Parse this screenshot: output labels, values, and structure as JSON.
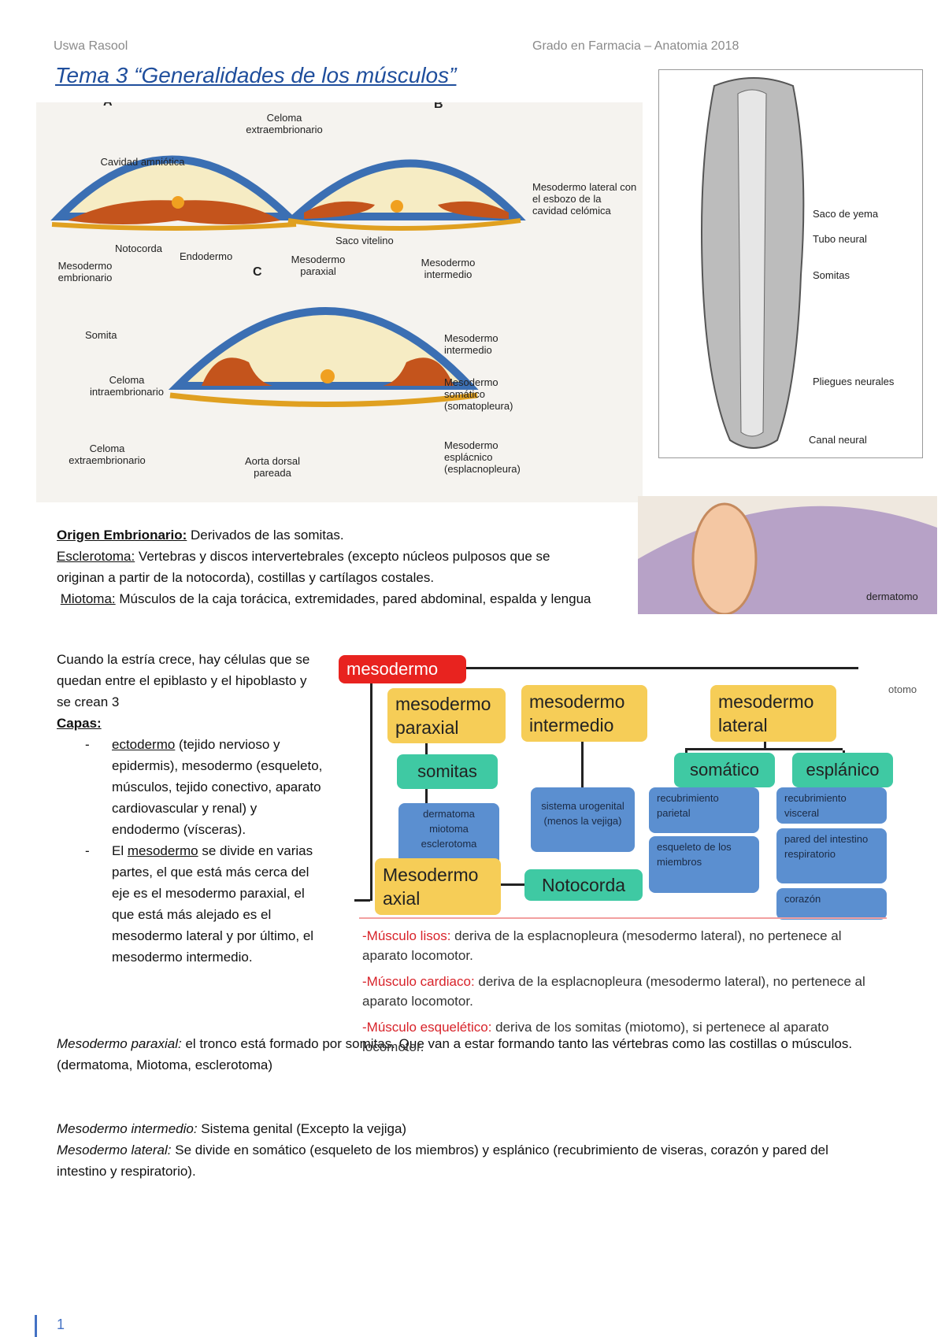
{
  "header": {
    "author": "Uswa Rasool",
    "course": "Grado en Farmacia – Anatomia 2018"
  },
  "title": "Tema 3 “Generalidades de los músculos”",
  "figure1": {
    "panel_a": "A",
    "panel_b": "B",
    "panel_c": "C",
    "celoma_extra": "Celoma extraembrionario",
    "cavidad": "Cavidad amniótica",
    "notocorda": "Notocorda",
    "endodermo": "Endodermo",
    "meso_embrionario": "Mesodermo embrionario",
    "saco_vitelino": "Saco vitelino",
    "meso_paraxial": "Mesodermo paraxial",
    "meso_intermedio": "Mesodermo intermedio",
    "meso_lateral": "Mesodermo lateral con el esbozo de la cavidad celómica",
    "somita": "Somita",
    "celoma_intra": "Celoma intraembrionario",
    "celoma_extra_c": "Celoma extraembrionario",
    "aorta": "Aorta dorsal pareada",
    "meso_intermedio_c": "Mesodermo intermedio",
    "meso_somatico": "Mesodermo somático (somatopleura)",
    "meso_esplacnico": "Mesodermo esplácnico (esplacnopleura)"
  },
  "figure2": {
    "saco": "Saco de yema",
    "tubo": "Tubo neural",
    "somitas": "Somitas",
    "pliegues": "Pliegues neurales",
    "canal": "Canal neural"
  },
  "figure3": {
    "label1": "dermatomo",
    "label2": "otomo"
  },
  "origen": {
    "heading": "Origen Embrionario:",
    "heading_rest": " Derivados de las somitas.",
    "escl_label": "Esclerotoma:",
    "escl_text": " Vertebras y discos intervertebrales (excepto núcleos pulposos que se originan a partir de la notocorda), costillas y cartílagos costales.",
    "mio_label": "Miotoma:",
    "mio_text": " Músculos de la caja torácica, extremidades, pared abdominal, espalda y lengua"
  },
  "left_col": {
    "intro": "Cuando la estría crece, hay células que se quedan entre el epiblasto y el hipoblasto y se crean 3",
    "capas": "Capas:",
    "bullet1_u": "ectodermo",
    "bullet1": " (tejido nervioso y epidermis), mesodermo (esqueleto, músculos, tejido conectivo, aparato cardiovascular y renal) y endodermo (vísceras).",
    "bullet2_pre": "El ",
    "bullet2_u": "mesodermo",
    "bullet2": " se divide en varias partes, el que está más cerca del eje es el mesodermo paraxial, el que está más alejado es el mesodermo lateral y por último, el mesodermo intermedio.",
    "dash": "-"
  },
  "paragraphs": {
    "paraxial_label": "Mesodermo paraxial:",
    "paraxial_text": " el tronco está formado por somitas. Que van a estar formando tanto las vértebras como las costillas o músculos. (dermatoma, Miotoma, esclerotoma)",
    "intermedio_label": "Mesodermo intermedio:",
    "intermedio_text": " Sistema genital (Excepto la vejiga)",
    "lateral_label": "Mesodermo lateral:",
    "lateral_text": " Se divide en somático (esqueleto de los miembros) y esplánico (recubrimiento de viseras, corazón y pared del intestino y respiratorio)."
  },
  "concept_map": {
    "root": "mesodermo",
    "paraxial": "mesodermo paraxial",
    "intermedio": "mesodermo intermedio",
    "lateral": "mesodermo lateral",
    "somitas": "somitas",
    "somatico": "somático",
    "esplanico": "esplánico",
    "somitas_detail": "dermatoma miotoma esclerotoma",
    "urogenital": "sistema urogenital (menos la vejiga)",
    "recub_parietal": "recubrimiento parietal",
    "esqueleto": "esqueleto de los miembros",
    "recub_visceral": "recubrimiento visceral",
    "pared": "pared del intestino respiratorio",
    "corazon": "corazón",
    "axial": "Mesodermo axial",
    "notocorda": "Notocorda"
  },
  "muscles": [
    {
      "label": "-Músculo lisos:",
      "text": " deriva de la esplacnopleura (mesodermo lateral), no pertenece al aparato locomotor."
    },
    {
      "label": "-Músculo cardiaco:",
      "text": " deriva de la esplacnopleura (mesodermo lateral), no pertenece al aparato locomotor."
    },
    {
      "label": "-Músculo esquelético:",
      "text": " deriva de los somitas (miotomo), si pertenece al aparato locomotor."
    }
  ],
  "footer": {
    "page": "1"
  }
}
